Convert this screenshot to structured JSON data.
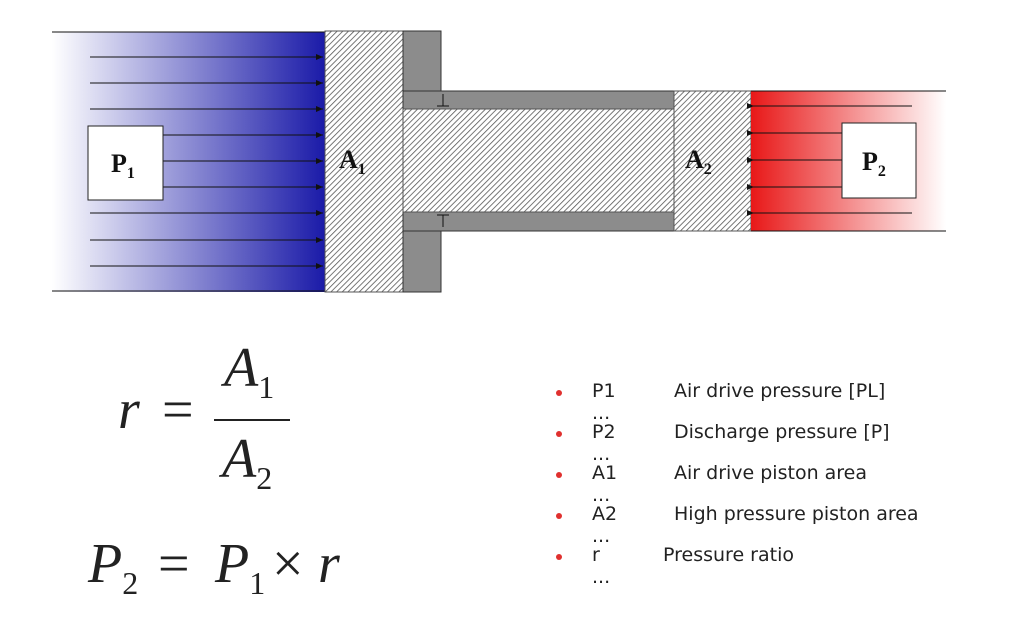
{
  "diagram": {
    "left_box": {
      "main": "P",
      "sub": "1"
    },
    "right_box": {
      "main": "P",
      "sub": "2"
    },
    "area_large": {
      "main": "A",
      "sub": "1"
    },
    "area_small": {
      "main": "A",
      "sub": "2"
    },
    "colors": {
      "low_pressure": "#1a1aa8",
      "high_pressure": "#e81818",
      "cylinder_gray": "#8c8c8c"
    }
  },
  "equations": {
    "ratio": {
      "lhs": "r",
      "num_main": "A",
      "num_sub": "1",
      "den_main": "A",
      "den_sub": "2"
    },
    "output": {
      "lhs_main": "P",
      "lhs_sub": "2",
      "rhs_main": "P",
      "rhs_sub": "1",
      "rhs_var": "r"
    }
  },
  "legend": [
    {
      "symbol": "P1 ...",
      "description": "Air drive pressure [PL]"
    },
    {
      "symbol": "P2 ...",
      "description": "Discharge pressure  [P]"
    },
    {
      "symbol": "A1 ...",
      "description": "Air drive piston area"
    },
    {
      "symbol": "A2 ...",
      "description": "High pressure piston area"
    },
    {
      "symbol": "r   ...",
      "description": "Pressure ratio"
    }
  ]
}
